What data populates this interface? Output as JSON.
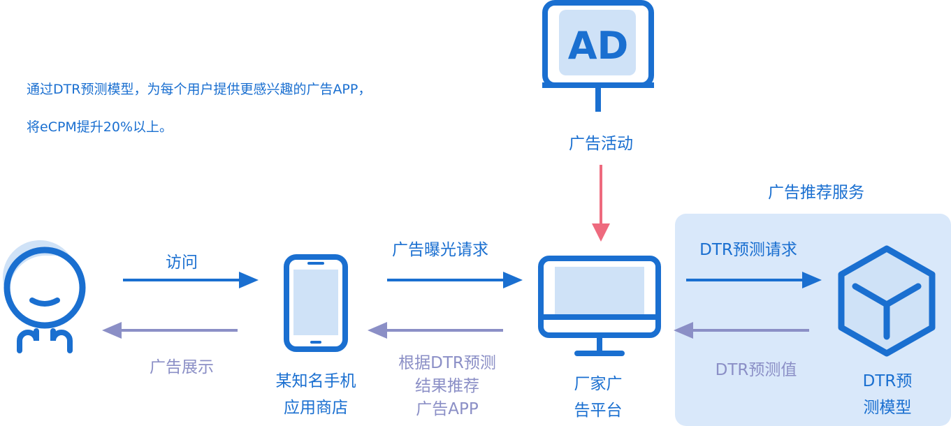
{
  "intro": {
    "line1": "通过DTR预测模型，为每个用户提供更感兴趣的广告APP，",
    "line2": "将eCPM提升20%以上。"
  },
  "nodes": {
    "ad_activity": "广告活动",
    "ad_badge": "AD",
    "ad_service": "广告推荐服务",
    "app_store_line1": "某知名手机",
    "app_store_line2": "应用商店",
    "platform_line1": "厂家广",
    "platform_line2": "告平台",
    "model_line1": "DTR预",
    "model_line2": "测模型"
  },
  "edges": {
    "visit": "访问",
    "ad_display": "广告展示",
    "exposure_request": "广告曝光请求",
    "recommend_line1": "根据DTR预测",
    "recommend_line2": "结果推荐",
    "recommend_line3": "广告APP",
    "dtr_request": "DTR预测请求",
    "dtr_value": "DTR预测值"
  },
  "colors": {
    "primary_blue": "#1a6fd0",
    "light_blue": "#cfe2f7",
    "panel_blue": "#d9e8fa",
    "return_purple": "#8b8fc6",
    "alert_pink": "#ee6a7e"
  },
  "icons": [
    "user-icon",
    "phone-icon",
    "monitor-icon",
    "ad-monitor-icon",
    "cube-icon"
  ]
}
